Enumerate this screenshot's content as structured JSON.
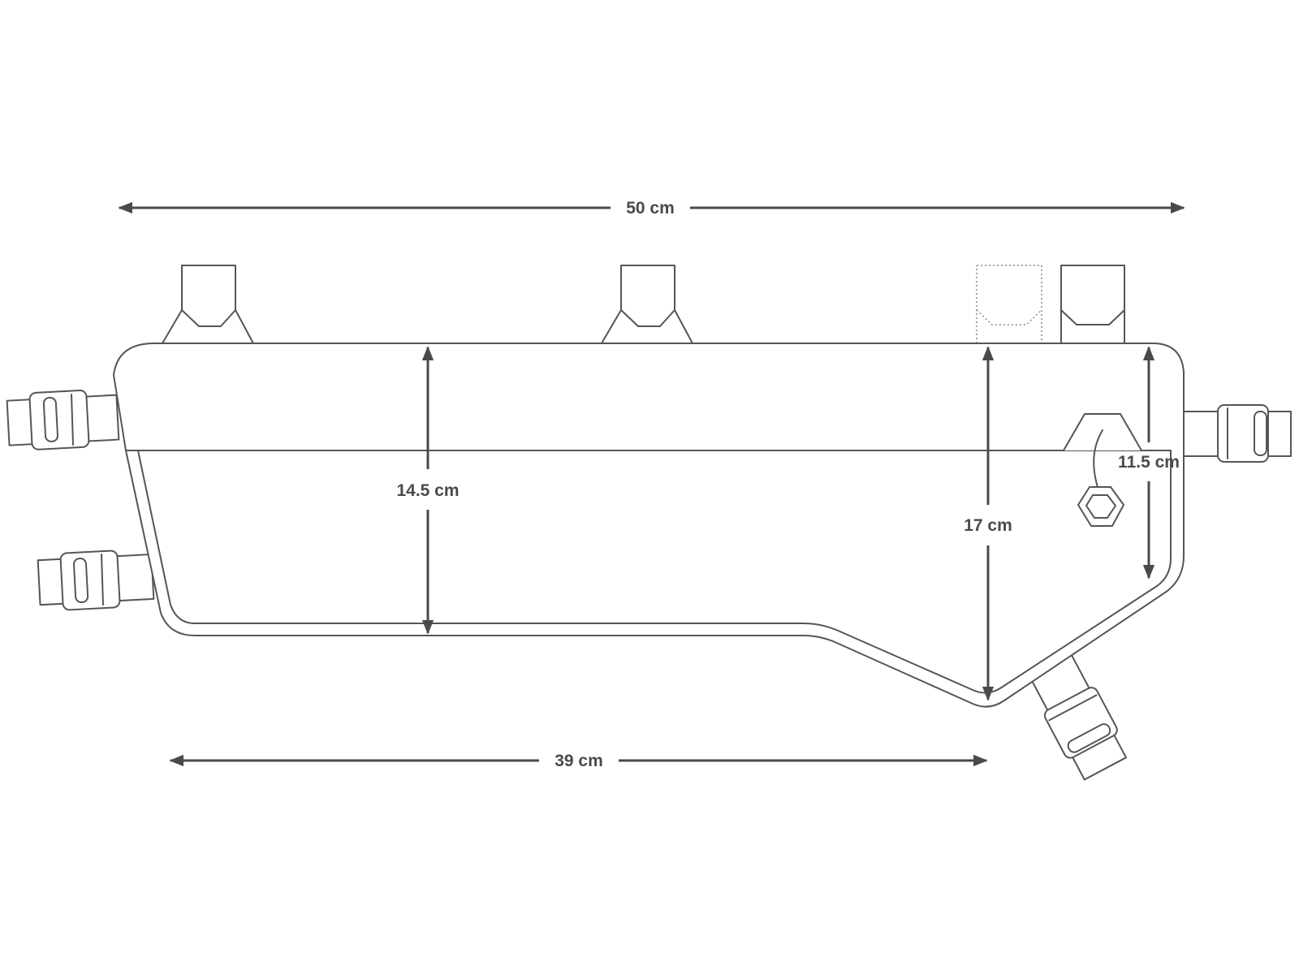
{
  "dimensions": {
    "overall_length": "50 cm",
    "bottom_length": "39 cm",
    "front_height": "14.5 cm",
    "rear_height": "17 cm",
    "end_height": "11.5 cm"
  },
  "colors": {
    "outline": "#555555",
    "dimension": "#4a4a4a",
    "background": "#ffffff"
  }
}
